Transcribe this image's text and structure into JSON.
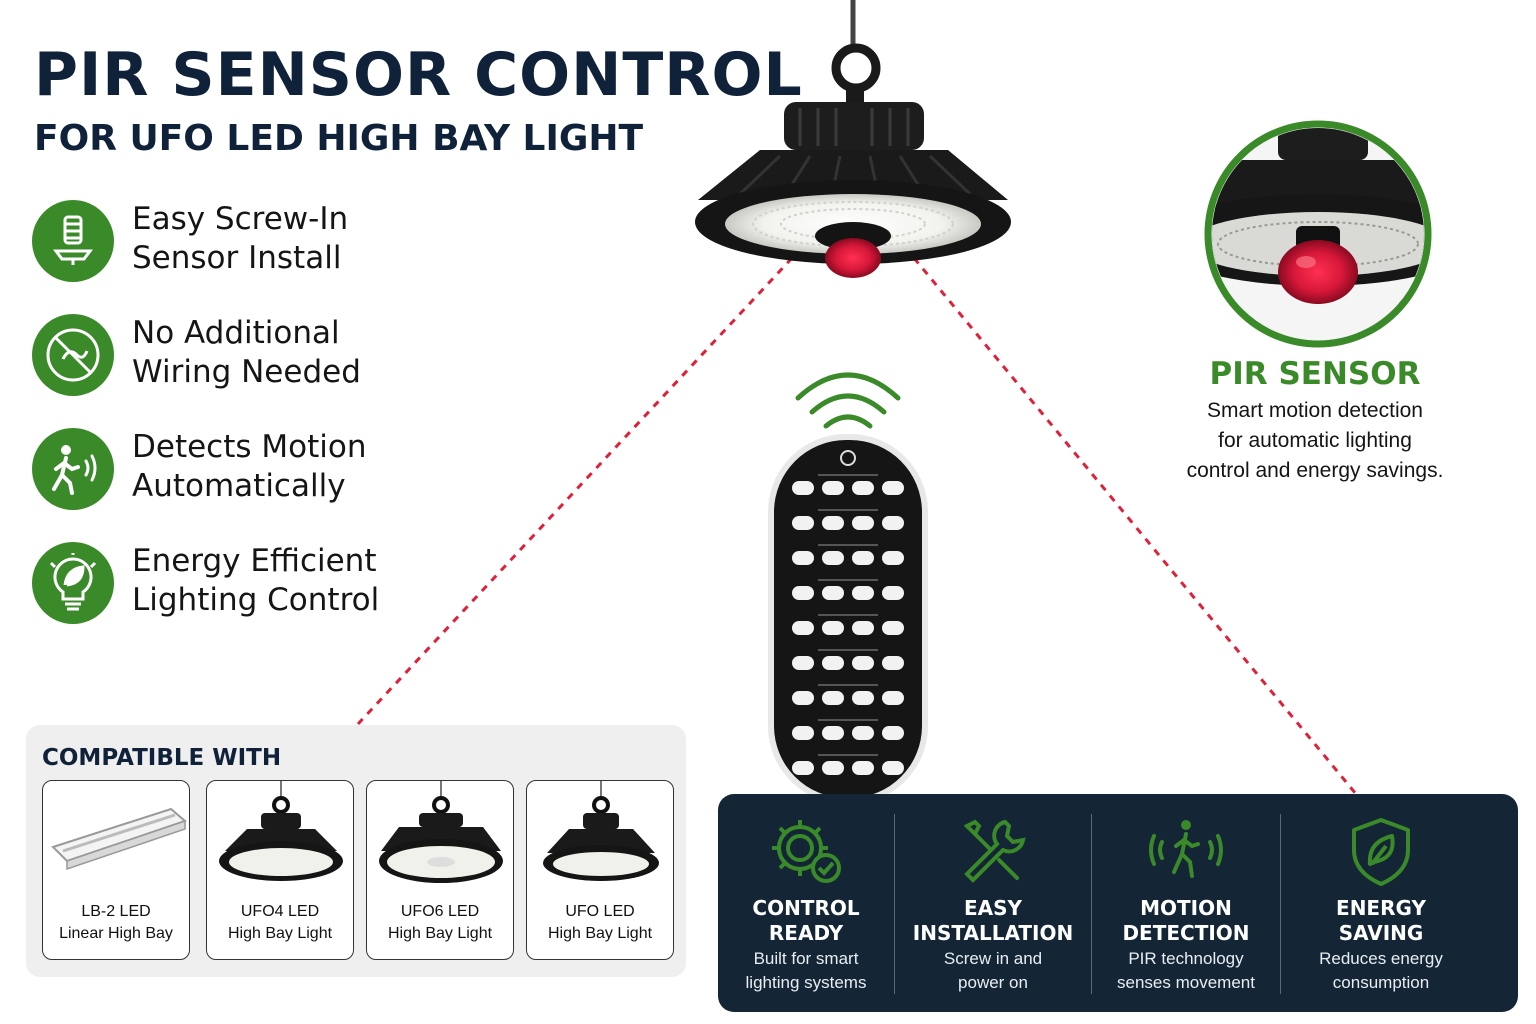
{
  "header": {
    "title": "PIR SENSOR CONTROL",
    "subtitle": "FOR UFO LED HIGH BAY LIGHT"
  },
  "features": [
    {
      "icon": "screw-bulb-icon",
      "line1": "Easy Screw-In",
      "line2": "Sensor Install"
    },
    {
      "icon": "no-wiring-icon",
      "line1": "No Additional",
      "line2": "Wiring Needed"
    },
    {
      "icon": "walking-person-icon",
      "line1": "Detects Motion",
      "line2": "Automatically"
    },
    {
      "icon": "leaf-bulb-icon",
      "line1": "Energy Efficient",
      "line2": "Lighting Control"
    }
  ],
  "pir": {
    "title": "PIR SENSOR",
    "line1": "Smart motion detection",
    "line2": "for automatic lighting",
    "line3": "control and energy savings."
  },
  "compatible": {
    "title": "COMPATIBLE WITH",
    "items": [
      {
        "line1": "LB-2 LED",
        "line2": "Linear High Bay"
      },
      {
        "line1": "UFO4 LED",
        "line2": "High Bay Light"
      },
      {
        "line1": "UFO6 LED",
        "line2": "High Bay Light"
      },
      {
        "line1": "UFO LED",
        "line2": "High Bay Light"
      }
    ]
  },
  "benefits": [
    {
      "icon": "gear-check-icon",
      "h1": "CONTROL",
      "h2": "READY",
      "d1": "Built for smart",
      "d2": "lighting systems"
    },
    {
      "icon": "wrench-screwdriver-icon",
      "h1": "EASY",
      "h2": "INSTALLATION",
      "d1": "Screw in and",
      "d2": "power on"
    },
    {
      "icon": "motion-person-icon",
      "h1": "MOTION",
      "h2": "DETECTION",
      "d1": "PIR technology",
      "d2": "senses movement"
    },
    {
      "icon": "shield-leaf-icon",
      "h1": "ENERGY",
      "h2": "SAVING",
      "d1": "Reduces energy",
      "d2": "consumption"
    }
  ],
  "colors": {
    "accent_green": "#3a8a2a",
    "navy": "#10223a",
    "panel": "#142636",
    "sensor_red": "#e0203a"
  }
}
